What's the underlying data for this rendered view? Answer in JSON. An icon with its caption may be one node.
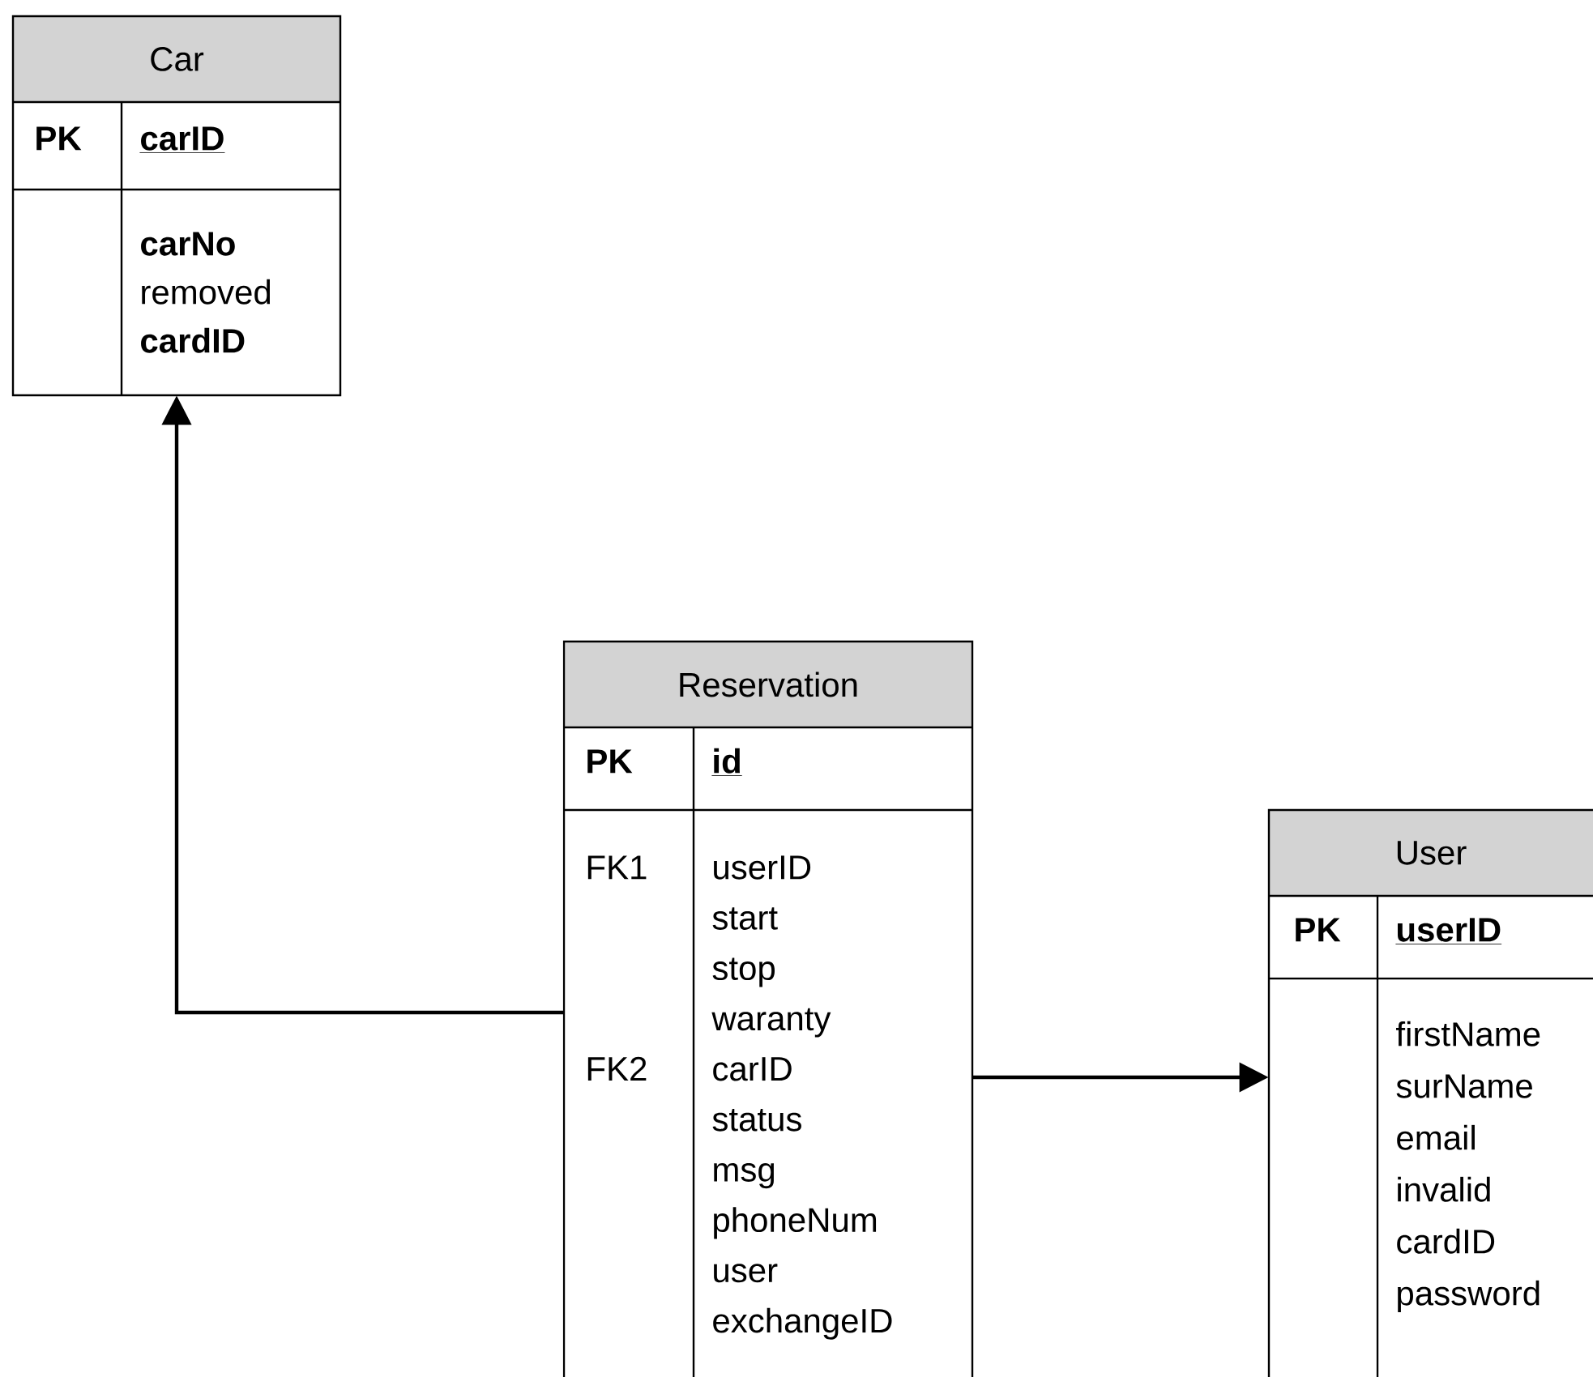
{
  "diagram": {
    "nodes": [
      {
        "text": [
          "Car",
          "PK",
          "carID",
          "**carNo**",
          "removed",
          "**cardID**"
        ]
      },
      {
        "text": [
          "Reservation",
          "PK",
          "id",
          "FK1",
          "userID",
          "start",
          "stop",
          "waranty",
          "FK2",
          "carID",
          "status",
          "msg",
          "phoneNum",
          "user",
          "exchangeID"
        ]
      },
      {
        "text": [
          "User",
          "PK",
          "userID",
          "firstName",
          "surName",
          "email",
          "invalid",
          "cardID",
          "password"
        ]
      }
    ],
    "edges": [
      {
        "from": 1,
        "to": 0,
        "arrow": "to"
      },
      {
        "from": 1,
        "to": 2,
        "arrow": "to"
      }
    ]
  }
}
